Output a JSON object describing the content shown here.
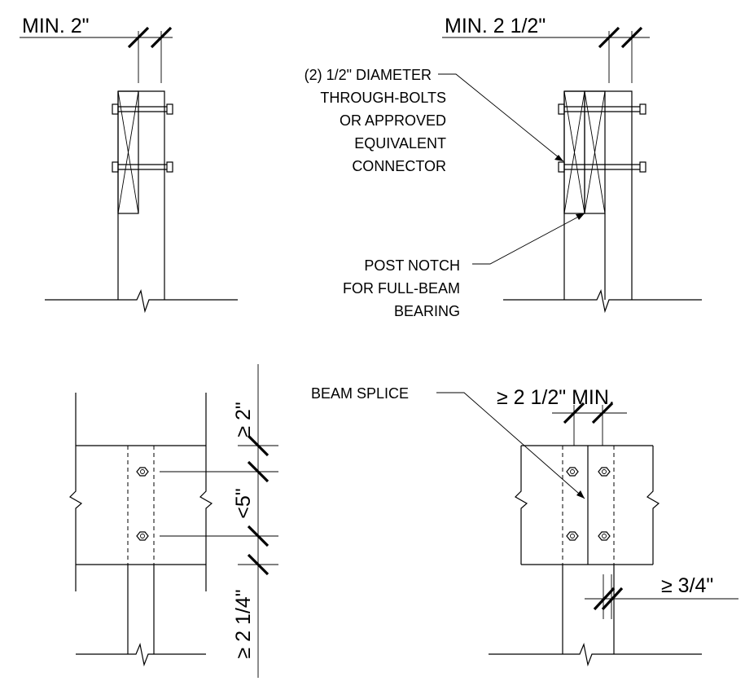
{
  "labels": {
    "min_2": "MIN. 2\"",
    "min_2_half": "MIN. 2 1/2\"",
    "bolts_line1": "(2) 1/2\" DIAMETER",
    "bolts_line2": "THROUGH-BOLTS",
    "bolts_line3": "OR APPROVED",
    "bolts_line4": "EQUIVALENT",
    "bolts_line5": "CONNECTOR",
    "notch_line1": "POST NOTCH",
    "notch_line2": "FOR FULL-BEAM",
    "notch_line3": "BEARING",
    "beam_splice": "BEAM SPLICE",
    "splice_min": "≥ 2 1/2\" MIN.",
    "ge_3_4": "≥ 3/4\"",
    "ge_2": "≥ 2\"",
    "lt_5": "<5\"",
    "ge_2_1_4": "≥ 2 1/4\""
  }
}
